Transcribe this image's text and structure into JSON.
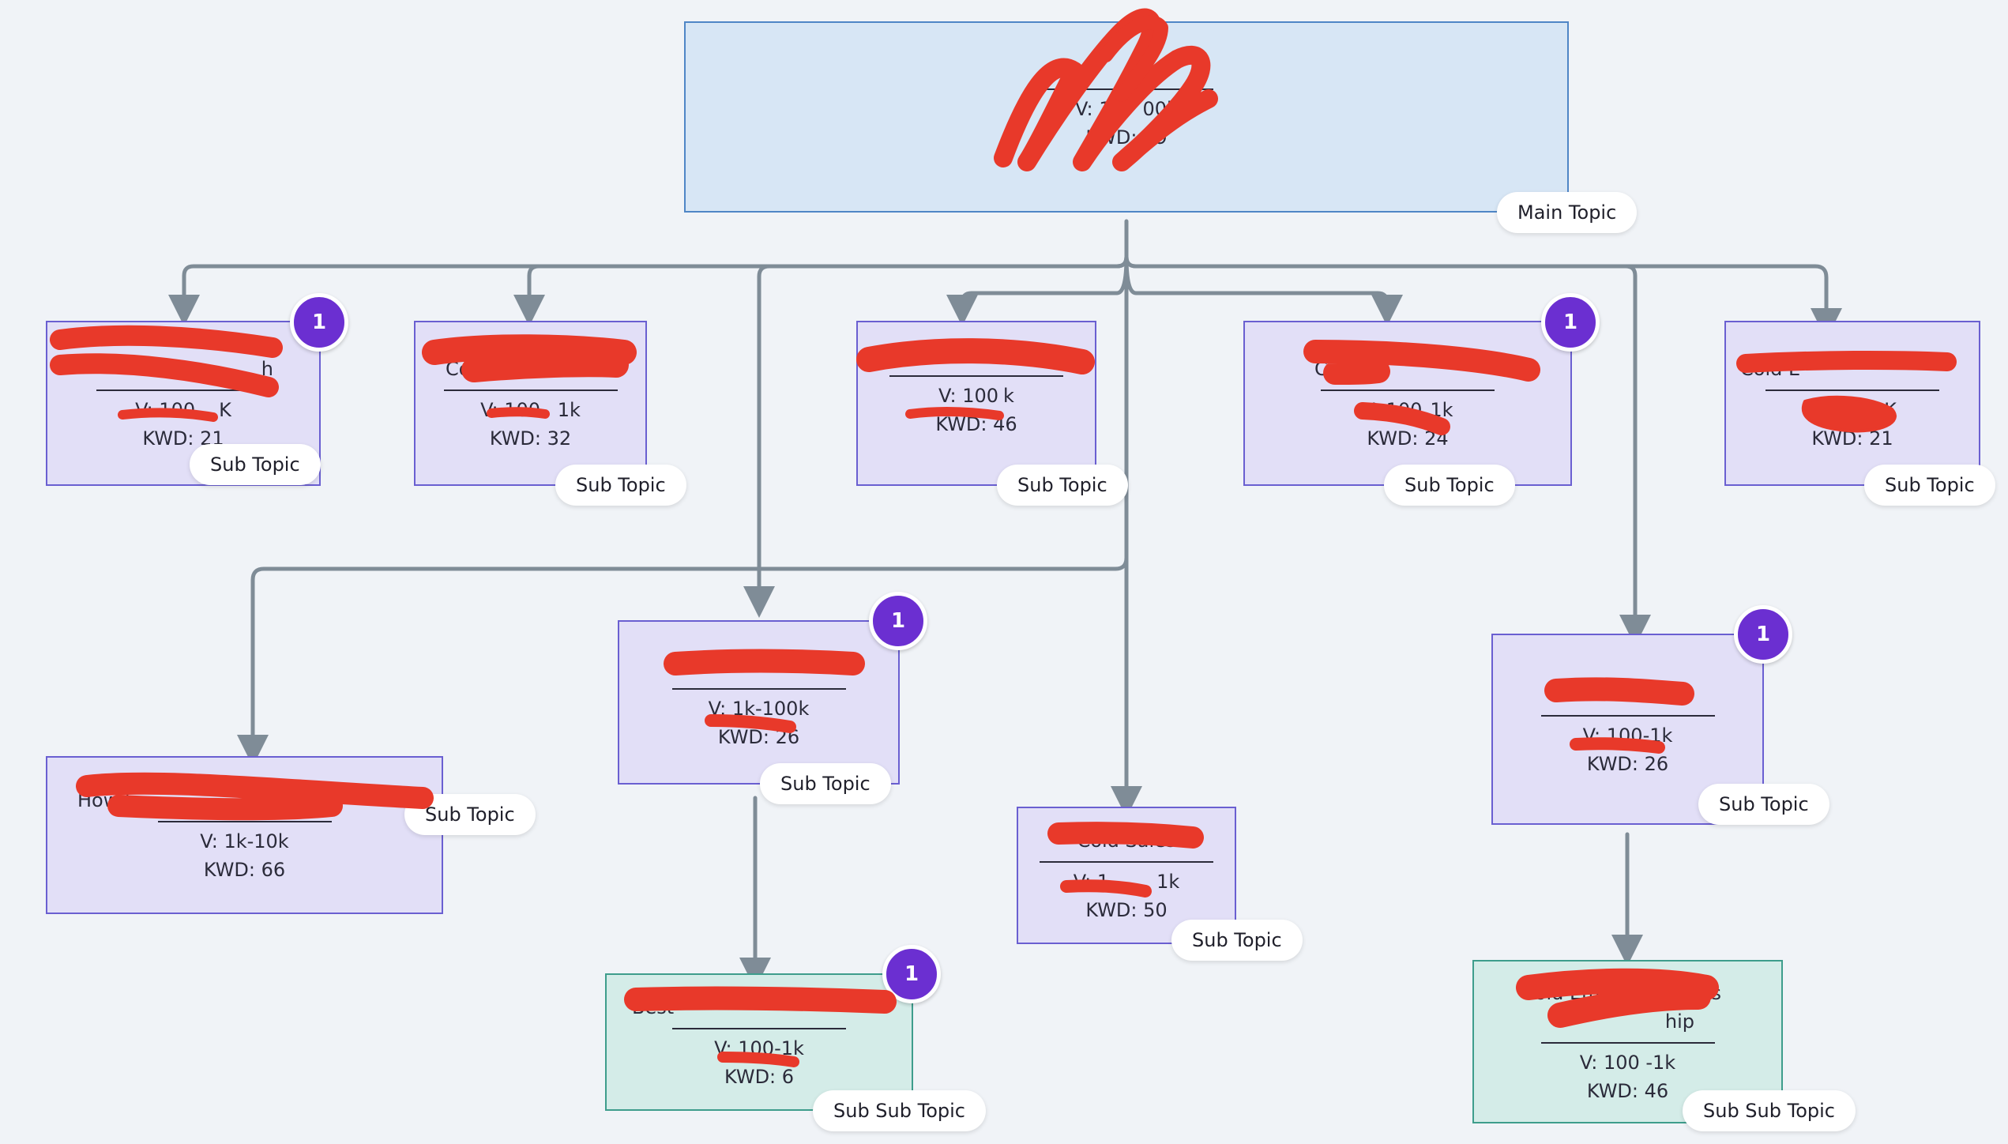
{
  "tags": {
    "main": "Main Topic",
    "sub": "Sub Topic",
    "subsub": "Sub Sub Topic"
  },
  "nodes": {
    "main": {
      "title": "",
      "volume": "V: 1",
      "kwd": "KWD: 49",
      "extra": "00k"
    },
    "sub1": {
      "title": "h",
      "volume": "V: 100",
      "kwd": "KWD: 21",
      "extra": "K"
    },
    "sub2": {
      "title": "Co",
      "volume": "V: 100",
      "kwd": "KWD: 32",
      "extra": "1k"
    },
    "sub3": {
      "title": "",
      "volume": "V: 100",
      "kwd": "KWD: 46",
      "extra": "k"
    },
    "sub4": {
      "title": "C",
      "volume": "V: 100",
      "kwd": "KWD: 24",
      "extra": "1k"
    },
    "sub5": {
      "title": "Cold E",
      "volume": "V: 100",
      "kwd": "KWD: 21",
      "extra": "K"
    },
    "sub6": {
      "title": "How t",
      "volume": "V: 1k-10k",
      "kwd": "KWD: 66",
      "extra": ""
    },
    "sub7": {
      "title": "C",
      "volume": "V: 1k-100k",
      "kwd": "KWD: 26",
      "extra": ""
    },
    "sub8": {
      "title": "Cold Sales",
      "volume": "V: 1",
      "kwd": "KWD: 50",
      "extra": "1k"
    },
    "sub9": {
      "title": "l",
      "volume": "V: 100-1k",
      "kwd": "KWD: 26",
      "extra": ""
    },
    "subsub1": {
      "title": "Best",
      "volume": "V: 100-1k",
      "kwd": "KWD: 6",
      "extra": ""
    },
    "subsub2": {
      "title": "Cold Email",
      "line2": "hip",
      "title_tail": "ss",
      "volume": "V: 100 -1k",
      "kwd": "KWD: 46"
    }
  },
  "badges": {
    "count": "1"
  },
  "colors": {
    "background": "#f0f3f7",
    "main_fill": "#d7e6f5",
    "main_border": "#4f86c6",
    "sub_fill": "#e2dff7",
    "sub_border": "#6a5fd1",
    "subsub_fill": "#d4ece8",
    "subsub_border": "#3e9d8c",
    "edge": "#7f8c97",
    "badge": "#6b2fd1",
    "redaction": "#e8392a"
  }
}
